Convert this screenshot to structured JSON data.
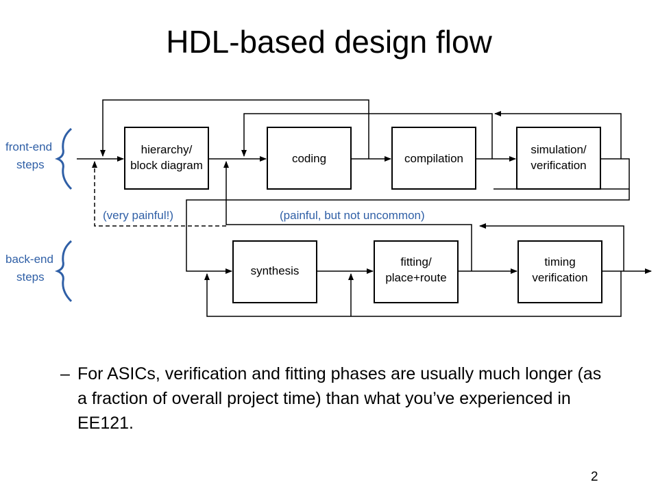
{
  "title": "HDL-based design flow",
  "side_labels": {
    "front_line1": "front-end",
    "front_line2": "steps",
    "back_line1": "back-end",
    "back_line2": "steps"
  },
  "boxes": {
    "hierarchy_line1": "hierarchy/",
    "hierarchy_line2": "block diagram",
    "coding": "coding",
    "compilation": "compilation",
    "simulation_line1": "simulation/",
    "simulation_line2": "verification",
    "synthesis": "synthesis",
    "fitting_line1": "fitting/",
    "fitting_line2": "place+route",
    "timing_line1": "timing",
    "timing_line2": "verification"
  },
  "annotations": {
    "very_painful": "(very painful!)",
    "painful_uncommon": "(painful, but not uncommon)"
  },
  "bullet": {
    "dash": "–",
    "text": "For ASICs, verification and fitting phases are usually much longer (as a fraction of overall project time) than what you’ve experienced in EE121."
  },
  "page_number": "2",
  "colors": {
    "label_blue": "#2f5fa6",
    "line": "#000000"
  }
}
